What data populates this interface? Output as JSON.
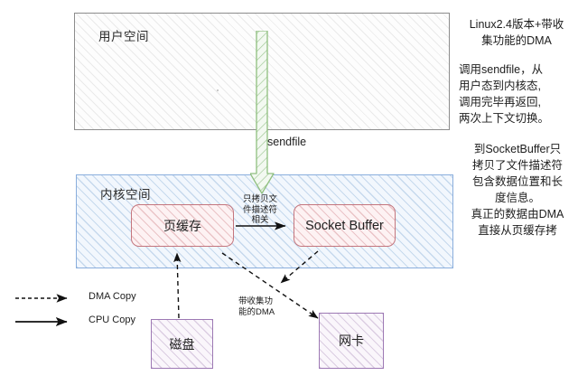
{
  "diagram": {
    "user_space": {
      "label": "用户空间"
    },
    "kernel_space": {
      "label": "内核空间"
    },
    "page_cache": {
      "label": "页缓存"
    },
    "socket_buffer": {
      "label": "Socket Buffer"
    },
    "disk": {
      "label": "磁盘"
    },
    "nic": {
      "label": "网卡"
    },
    "sendfile_arrow_label": "sendfile",
    "fd_copy_label": "只拷贝文\n件描述符\n相关",
    "dma_gather_label": "带收集功\n能的DMA"
  },
  "legend": {
    "items": [
      {
        "glyph": "dashed-arrow-icon",
        "label": "DMA Copy"
      },
      {
        "glyph": "solid-arrow-icon",
        "label": "CPU Copy"
      }
    ]
  },
  "notes": {
    "title": "Linux2.4版本+带收\n集功能的DMA",
    "note_sendfile": " 调用sendfile，从\n用户态到内核态,\n调用完毕再返回,\n两次上下文切换。",
    "note_socketbuffer": "到SocketBuffer只\n拷贝了文件描述符\n包含数据位置和长\n度信息。",
    "note_dma": "真正的数据由DMA\n直接从页缓存拷"
  },
  "colors": {
    "user_space_border": "#8c8c8c",
    "kernel_space_border": "#8aaedd",
    "inner_box_border": "#c4767e",
    "device_box_border": "#9d79b4",
    "sendfile_arrow": "#8fbf7f",
    "connector": "#111111"
  }
}
